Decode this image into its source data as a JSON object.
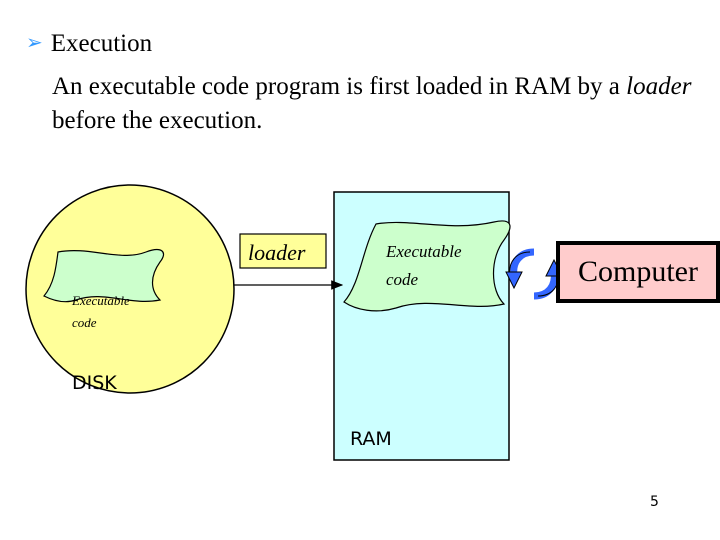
{
  "heading": {
    "bullet_icon": "arrow-bullet-icon",
    "text": "Execution"
  },
  "description": {
    "part1": "An executable code program is first loaded in RAM by a",
    "emphasis": "loader",
    "part2": " before the execution."
  },
  "diagram": {
    "disk": {
      "label": "DISK",
      "file_line1": "Executable",
      "file_line2": "code",
      "fill_color": "#ffff99"
    },
    "loader_label": "loader",
    "ram": {
      "label": "RAM",
      "file_line1": "Executable",
      "file_line2": "code",
      "fill_color": "#ccffff"
    },
    "cycle_icon": "circular-arrows-icon",
    "computer": {
      "label": "Computer",
      "fill_color": "#ffcccc"
    },
    "file_fill_color": "#ccffcc",
    "accent_color": "#3366ff"
  },
  "page_number": "5"
}
